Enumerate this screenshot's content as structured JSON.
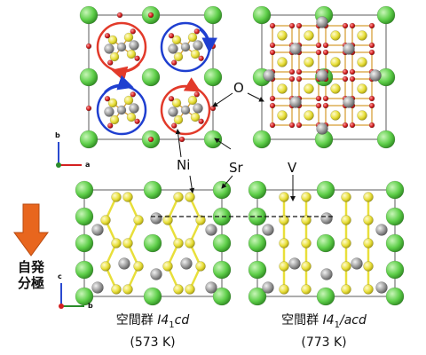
{
  "labels": {
    "oxygen": "O",
    "nickel": "Ni",
    "strontium": "Sr",
    "vanadium": "V",
    "polarization_line1": "自発",
    "polarization_line2": "分極"
  },
  "axes_top": {
    "b": "b",
    "a": "a"
  },
  "axes_bottom": {
    "c": "c",
    "b": "b"
  },
  "phase_left": {
    "space_group_prefix": "空間群 ",
    "space_group_symbol": "I4",
    "subscript": "1",
    "space_group_suffix": "cd",
    "temperature": "(573 K)"
  },
  "phase_right": {
    "space_group_prefix": "空間群 ",
    "space_group_symbol": "I4",
    "subscript": "1",
    "space_group_suffix": "/acd",
    "temperature": "(773 K)"
  },
  "colors": {
    "sr": "#5fcf4a",
    "ni": "#9a9a9a",
    "o": "#d42020",
    "v": "#e8df3a",
    "bond": "#d49a2a",
    "arrow_red": "#e23a2a",
    "arrow_blue": "#1f3fd0",
    "polarization": "#e8661e"
  }
}
